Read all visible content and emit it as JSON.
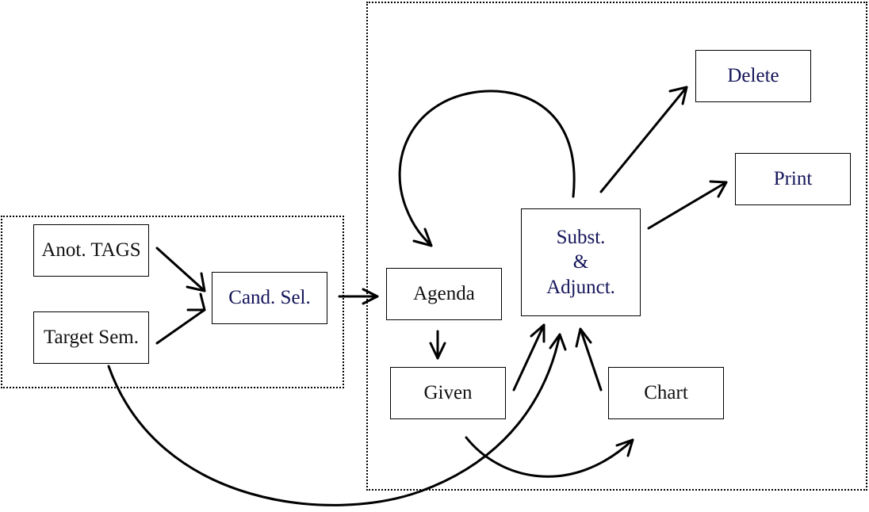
{
  "colors": {
    "node_text_dark": "#111111",
    "node_text_blue": "#14145a",
    "line": "#000000",
    "background": "#ffffff"
  },
  "nodes": {
    "anot_tags": "Anot. TAGS",
    "target_sem": "Target Sem.",
    "cand_sel": "Cand. Sel.",
    "agenda": "Agenda",
    "given": "Given",
    "subst_line1": "Subst.",
    "subst_line2": "&",
    "subst_line3": "Adjunct.",
    "chart": "Chart",
    "delete": "Delete",
    "print": "Print"
  }
}
